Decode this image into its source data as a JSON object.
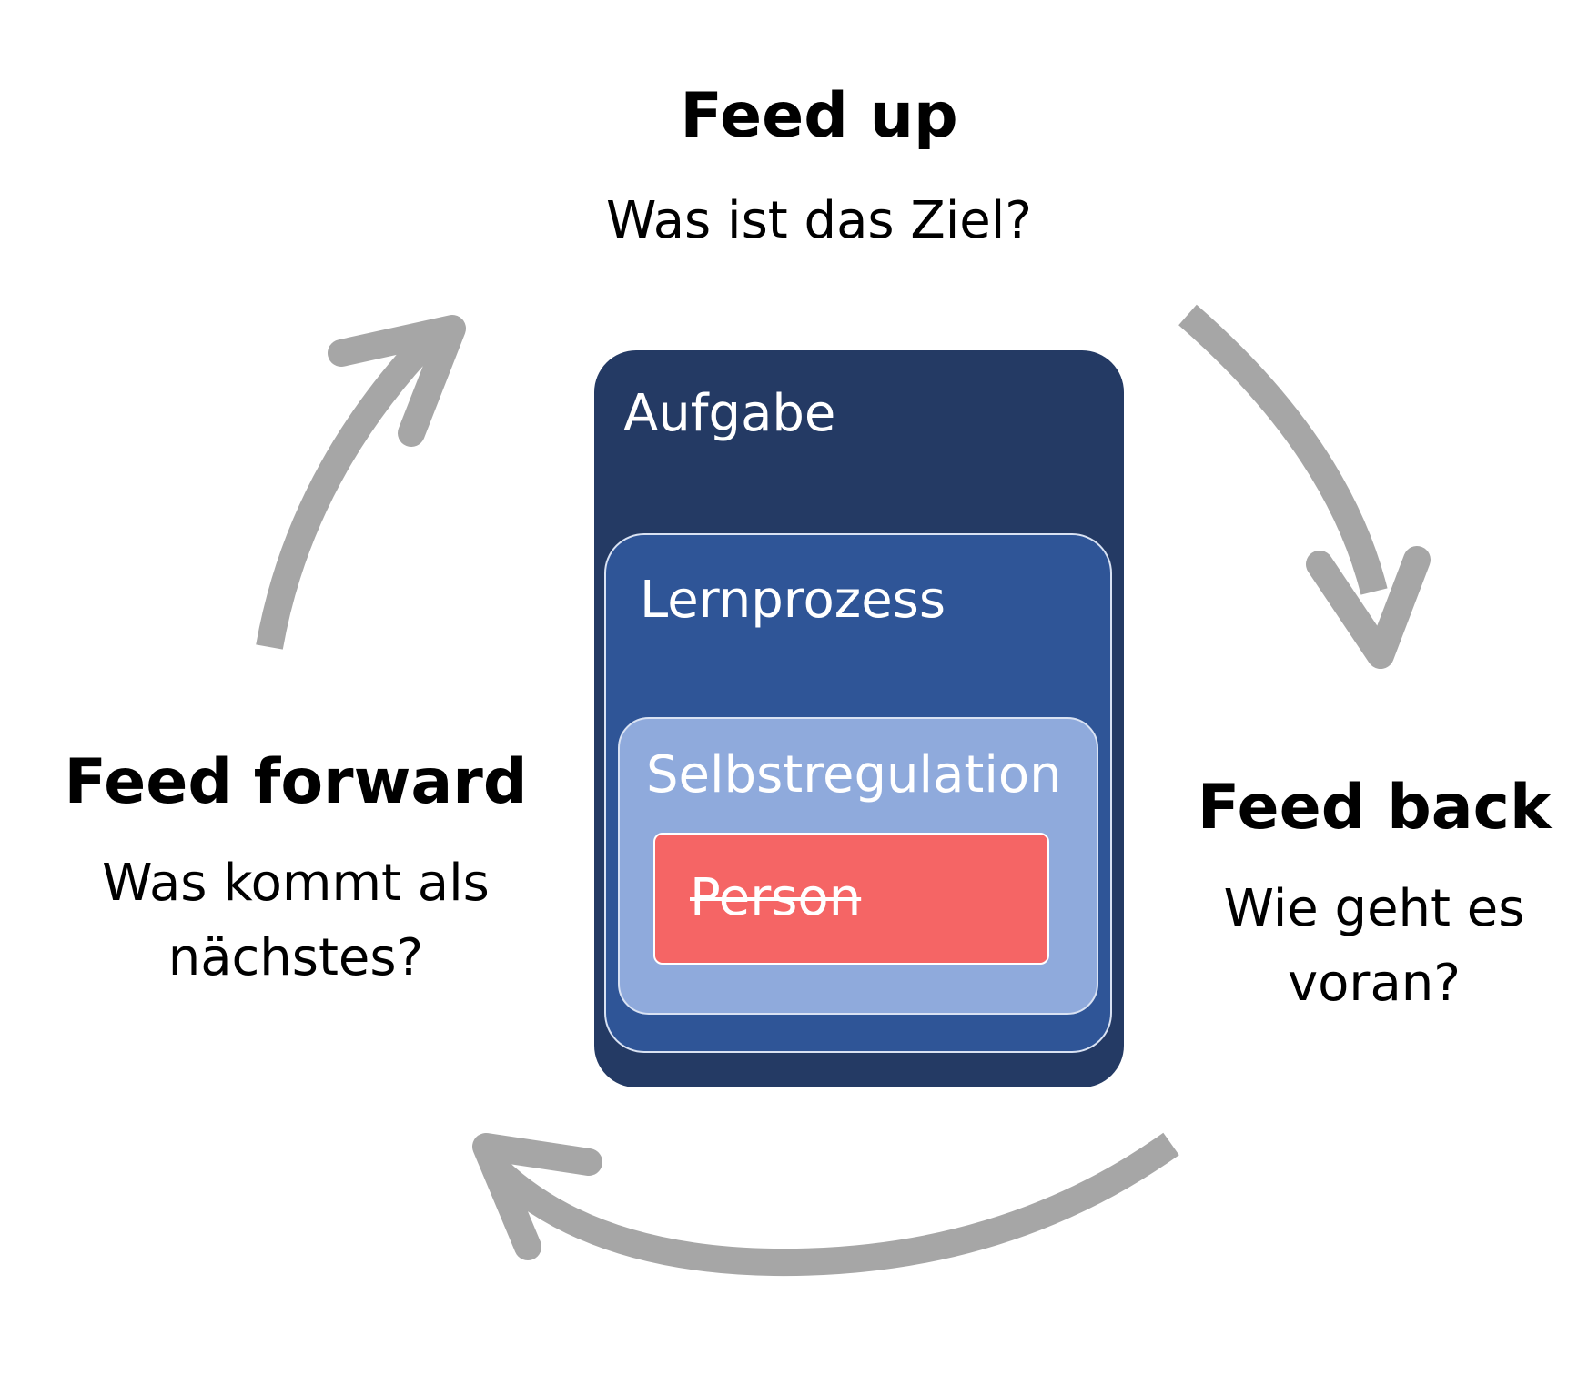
{
  "colors": {
    "arrow": "#a6a6a6",
    "aufgabe_fill": "#243a64",
    "lernprozess_fill": "#2f5597",
    "selbstregulation_fill": "#8faadc",
    "person_fill": "#f56565",
    "box_outline": "#d9e2f3",
    "text_on_boxes": "#ffffff",
    "text_outer": "#000000"
  },
  "cycle": {
    "feed_up": {
      "title": "Feed up",
      "question": "Was ist das Ziel?"
    },
    "feed_back": {
      "title": "Feed back",
      "question": "Wie geht es\nvoran?"
    },
    "feed_forward": {
      "title": "Feed forward",
      "question": "Was kommt als\nnächstes?"
    }
  },
  "levels": {
    "aufgabe": "Aufgabe",
    "lernprozess": "Lernprozess",
    "selbstregulation": "Selbstregulation",
    "person": "Person",
    "person_struck_through": true
  }
}
